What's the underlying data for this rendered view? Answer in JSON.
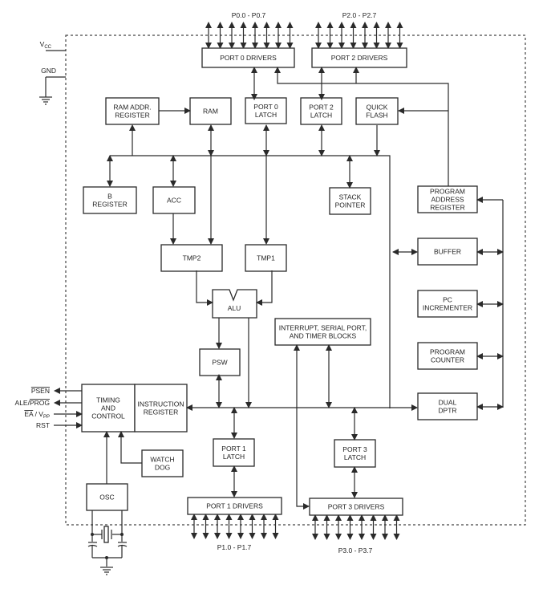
{
  "diagram": {
    "type": "block-diagram",
    "title_visible": false,
    "power_pins": {
      "vcc": "V",
      "vcc_sub": "CC",
      "gnd": "GND"
    },
    "port_groups": {
      "p0": "P0.0  -  P0.7",
      "p2": "P2.0  -  P2.7",
      "p1": "P1.0  -  P1.7",
      "p3": "P3.0  -  P3.7"
    },
    "blocks": {
      "port0_drivers": [
        "PORT  0  DRIVERS"
      ],
      "port2_drivers": [
        "PORT  2  DRIVERS"
      ],
      "ram_addr_register": [
        "RAM  ADDR.",
        "REGISTER"
      ],
      "ram": [
        "RAM"
      ],
      "port0_latch": [
        "PORT  0",
        "LATCH"
      ],
      "port2_latch": [
        "PORT  2",
        "LATCH"
      ],
      "quick_flash": [
        "QUICK",
        "FLASH"
      ],
      "b_register": [
        "B",
        "REGISTER"
      ],
      "acc": [
        "ACC"
      ],
      "stack_pointer": [
        "STACK",
        "POINTER"
      ],
      "program_address_register": [
        "PROGRAM",
        "ADDRESS",
        "REGISTER"
      ],
      "buffer": [
        "BUFFER"
      ],
      "tmp2": [
        "TMP2"
      ],
      "tmp1": [
        "TMP1"
      ],
      "alu": [
        "ALU"
      ],
      "pc_incrementer": [
        "PC",
        "INCREMENTER"
      ],
      "interrupt_blocks": [
        "INTERRUPT,  SERIAL  PORT,",
        "AND  TIMER  BLOCKS"
      ],
      "program_counter": [
        "PROGRAM",
        "COUNTER"
      ],
      "psw": [
        "PSW"
      ],
      "timing_control": [
        "TIMING",
        "AND",
        "CONTROL"
      ],
      "instruction_register": [
        "INSTRUCTION",
        "REGISTER"
      ],
      "dual_dptr": [
        "DUAL",
        "DPTR"
      ],
      "port1_latch": [
        "PORT  1",
        "LATCH"
      ],
      "port3_latch": [
        "PORT  3",
        "LATCH"
      ],
      "watchdog": [
        "WATCH",
        "DOG"
      ],
      "osc": [
        "OSC"
      ],
      "port1_drivers": [
        "PORT  1  DRIVERS"
      ],
      "port3_drivers": [
        "PORT  3  DRIVERS"
      ]
    },
    "control_pins": {
      "psen": "PSEN",
      "ale": "ALE/",
      "prog": "PROG",
      "ea": "EA",
      "ea_sep": " / V",
      "vpp_sub": "PP",
      "rst": "RST"
    }
  }
}
